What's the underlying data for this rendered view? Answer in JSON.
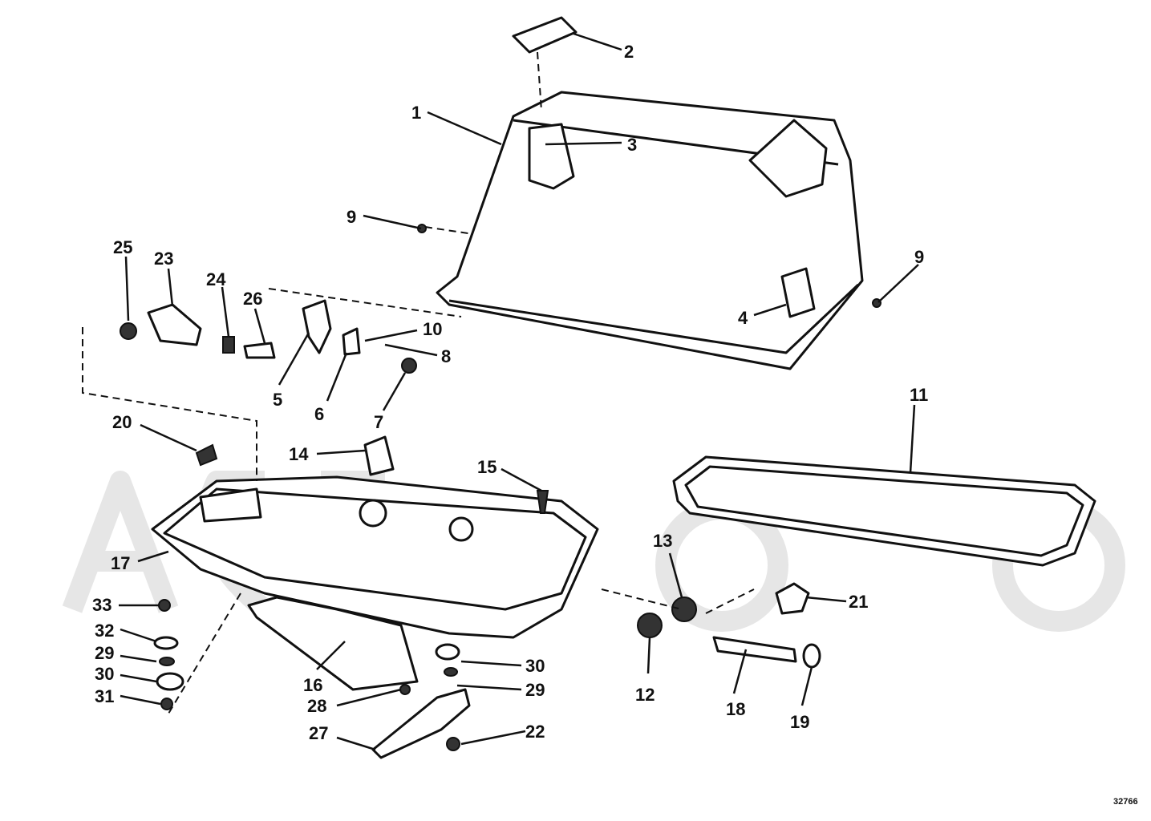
{
  "diagram": {
    "figure_number": "32766",
    "callouts": [
      {
        "label": "1"
      },
      {
        "label": "2"
      },
      {
        "label": "3"
      },
      {
        "label": "4"
      },
      {
        "label": "5"
      },
      {
        "label": "6"
      },
      {
        "label": "7"
      },
      {
        "label": "8"
      },
      {
        "label": "9"
      },
      {
        "label": "9"
      },
      {
        "label": "10"
      },
      {
        "label": "11"
      },
      {
        "label": "12"
      },
      {
        "label": "13"
      },
      {
        "label": "14"
      },
      {
        "label": "15"
      },
      {
        "label": "16"
      },
      {
        "label": "17"
      },
      {
        "label": "18"
      },
      {
        "label": "19"
      },
      {
        "label": "20"
      },
      {
        "label": "21"
      },
      {
        "label": "22"
      },
      {
        "label": "23"
      },
      {
        "label": "24"
      },
      {
        "label": "25"
      },
      {
        "label": "26"
      },
      {
        "label": "27"
      },
      {
        "label": "28"
      },
      {
        "label": "29"
      },
      {
        "label": "29"
      },
      {
        "label": "30"
      },
      {
        "label": "30"
      },
      {
        "label": "31"
      },
      {
        "label": "32"
      },
      {
        "label": "33"
      }
    ],
    "colors": {
      "ink": "#111111",
      "paper": "#ffffff",
      "watermark": "#e6e6e6"
    }
  }
}
